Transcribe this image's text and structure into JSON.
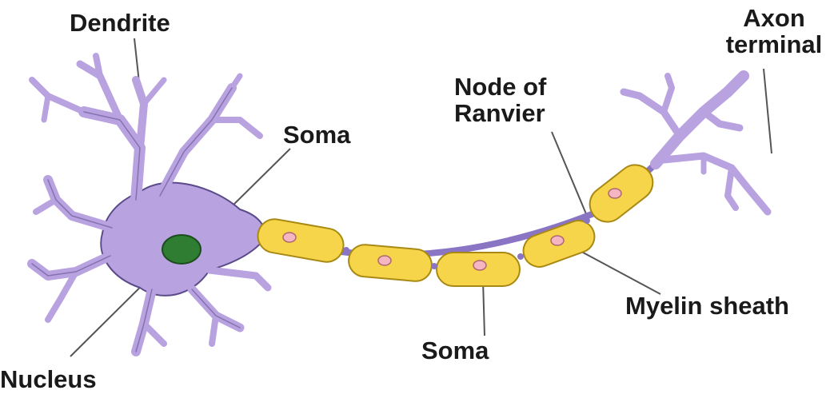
{
  "diagram": {
    "colors": {
      "neuron_fill": "#b9a2e0",
      "neuron_stroke": "#5a4a8a",
      "myelin_fill": "#f7d54a",
      "myelin_stroke": "#a88914",
      "node_dot_fill": "#f4b6c2",
      "nucleus_fill": "#2f7d33",
      "leader_line": "#555555",
      "label_text": "#1a1a1a"
    },
    "labels": {
      "dendrite": "Dendrite",
      "axon_terminal_line1": "Axon",
      "axon_terminal_line2": "terminal",
      "node_of_ranvier_line1": "Node of",
      "node_of_ranvier_line2": "Ranvier",
      "soma_top": "Soma",
      "myelin_sheath": "Myelin sheath",
      "soma_bottom": "Soma",
      "nucleus": "Nucleus"
    }
  }
}
